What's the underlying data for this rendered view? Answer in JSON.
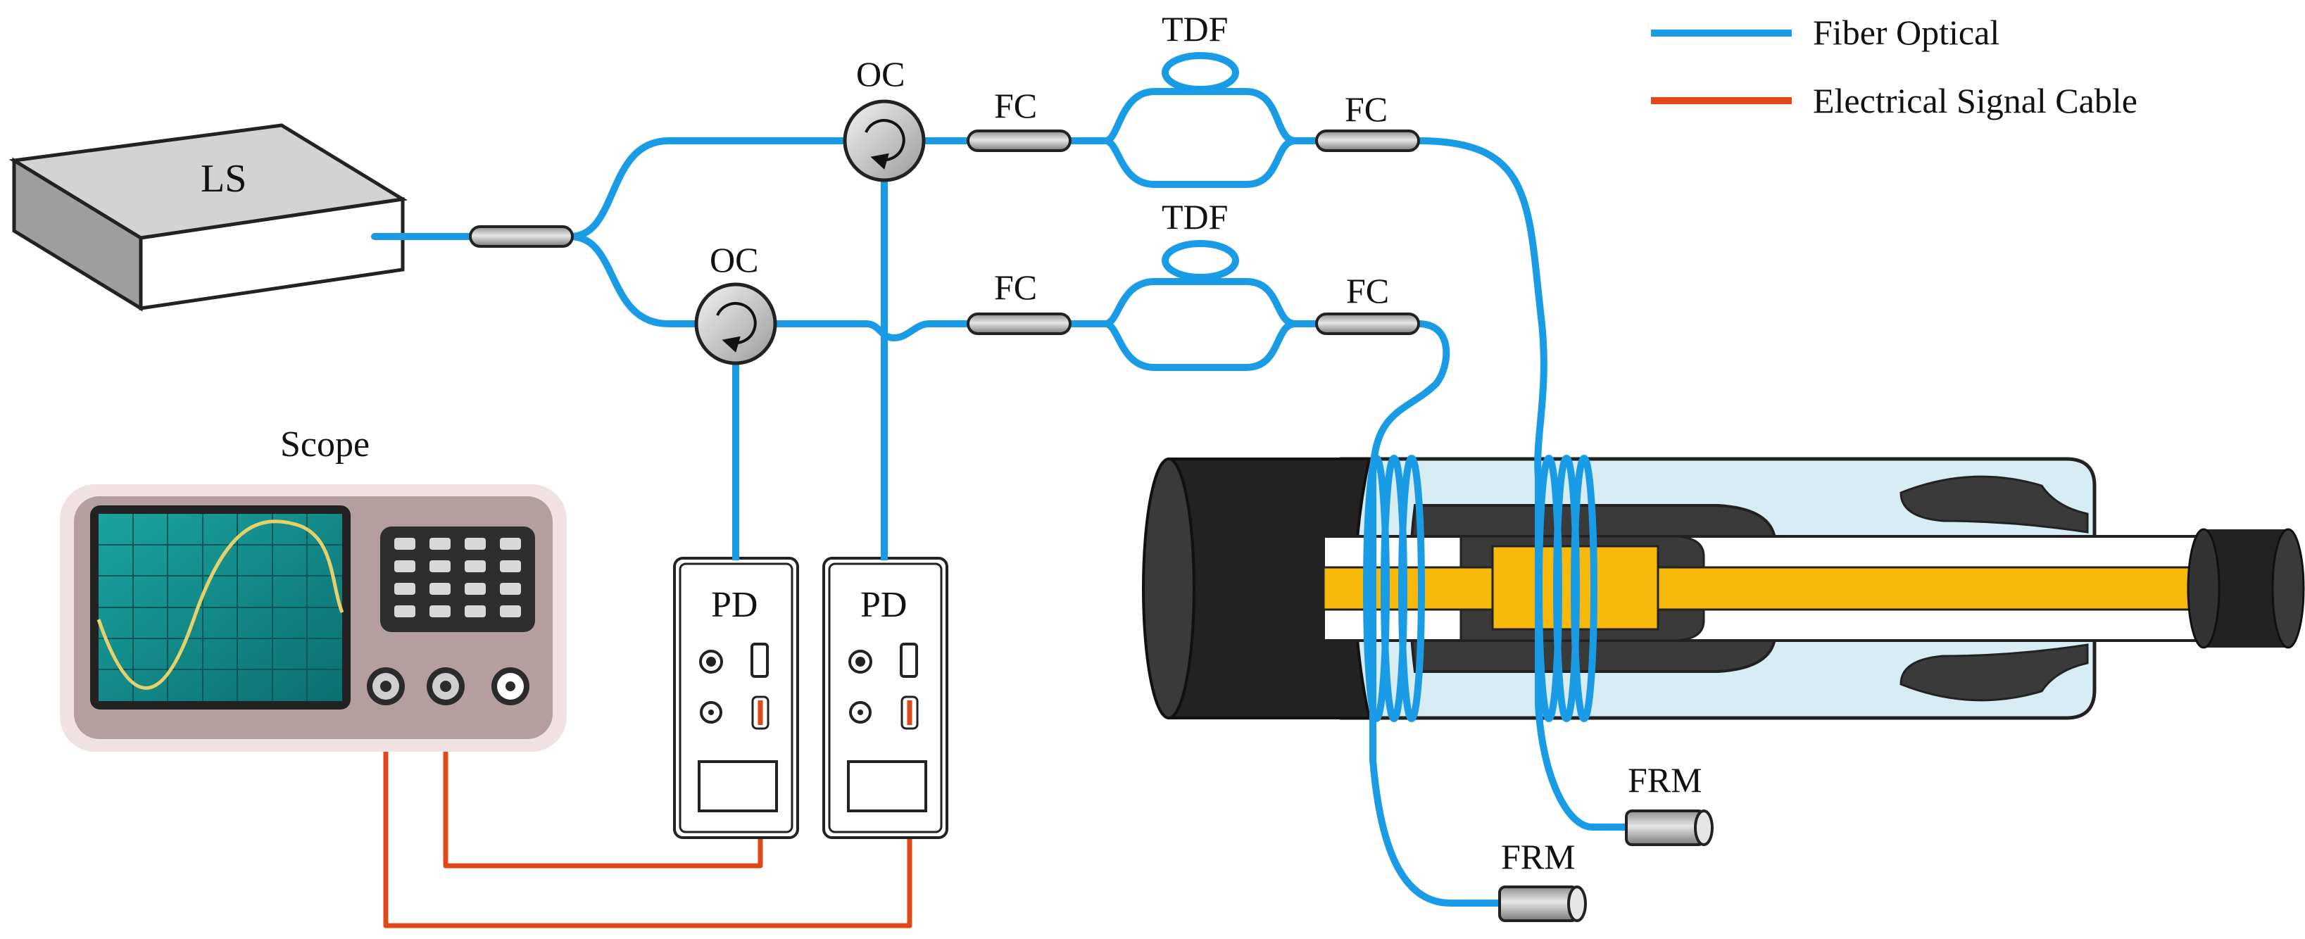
{
  "labels": {
    "ls": "LS",
    "oc_top": "OC",
    "oc_bottom": "OC",
    "fc_1": "FC",
    "fc_2": "FC",
    "fc_3": "FC",
    "fc_4": "FC",
    "tdf_top": "TDF",
    "tdf_bottom": "TDF",
    "scope": "Scope",
    "pd_1": "PD",
    "pd_2": "PD",
    "frm_1": "FRM",
    "frm_2": "FRM"
  },
  "legend": {
    "fiber": "Fiber Optical",
    "electrical": "Electrical Signal Cable"
  },
  "colors": {
    "fiber": "#1a9be6",
    "electrical": "#e0481a",
    "pipe": "#222222",
    "core": "#f7b90b",
    "jacket": "#d8ecf4",
    "screen": "#0f8c8a",
    "scope_body": "#b59ea0",
    "scope_frame": "#f0e2e2",
    "component": "#c6c6c6"
  },
  "icons": {
    "oc": "circulator-icon",
    "fc": "coupler-icon",
    "tdf": "delay-fiber-coil-icon",
    "frm": "faraday-mirror-icon",
    "scope": "oscilloscope-icon",
    "pd": "photodetector-icon",
    "ls": "laser-source-icon"
  }
}
